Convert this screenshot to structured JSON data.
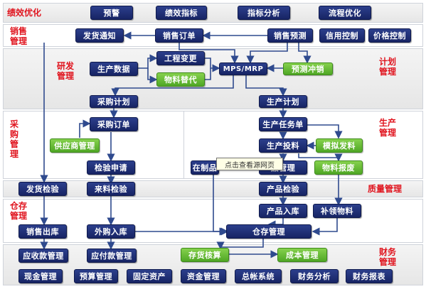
{
  "sections": {
    "perf": "绩效优化",
    "sales": "销售\n管理",
    "rd": "研发\n管理",
    "plan": "计划\n管理",
    "purchase": "采\n购\n管\n理",
    "production": "生产\n管理",
    "quality": "质量管理",
    "warehouse": "仓存\n管理",
    "finance": "财务\n管理"
  },
  "nodes": {
    "alert": "预警",
    "kpi": "绩效指标",
    "kpi_analysis": "指标分析",
    "flow_opt": "流程优化",
    "ship_notice": "发货通知",
    "sales_order": "销售订单",
    "sales_forecast": "销售预测",
    "credit_control": "信用控制",
    "price_control": "价格控制",
    "prod_data": "生产数据",
    "eng_change": "工程变更",
    "material_sub": "物料替代",
    "mps_mrp": "MPS/MRP",
    "forecast_offset": "预测冲销",
    "purchase_plan": "采购计划",
    "prod_plan": "生产计划",
    "purchase_order": "采购订单",
    "prod_task": "生产任务单",
    "supplier_mgmt": "供应商管理",
    "prod_feed": "生产投料",
    "sim_issue": "模拟发料",
    "wip": "在制品",
    "product_mgmt": "品管理",
    "material_scrap": "物料报废",
    "inspect_request": "检验申请",
    "ship_inspect": "发货检验",
    "incoming_inspect": "来料检验",
    "product_inspect": "产品检验",
    "product_instock": "产品入库",
    "replenish": "补领物料",
    "sales_outstock": "销售出库",
    "purchase_instock": "外购入库",
    "warehouse_mgmt": "仓存管理",
    "ar_mgmt": "应收款管理",
    "ap_mgmt": "应付款管理",
    "inv_account": "存货核算",
    "cost_mgmt": "成本管理",
    "cash_mgmt": "现金管理",
    "budget_mgmt": "预算管理",
    "fixed_assets": "固定资产",
    "fund_mgmt": "资金管理",
    "consolidation": "总帐系统",
    "fin_analysis": "财务分析",
    "fin_report": "财务报表"
  },
  "tooltip": "点击查看源网页",
  "colors": {
    "section_label": "#e0141e",
    "node_navy": "#1d2b6e",
    "node_green": "#5cb52e",
    "wire": "#2f4a8e"
  }
}
